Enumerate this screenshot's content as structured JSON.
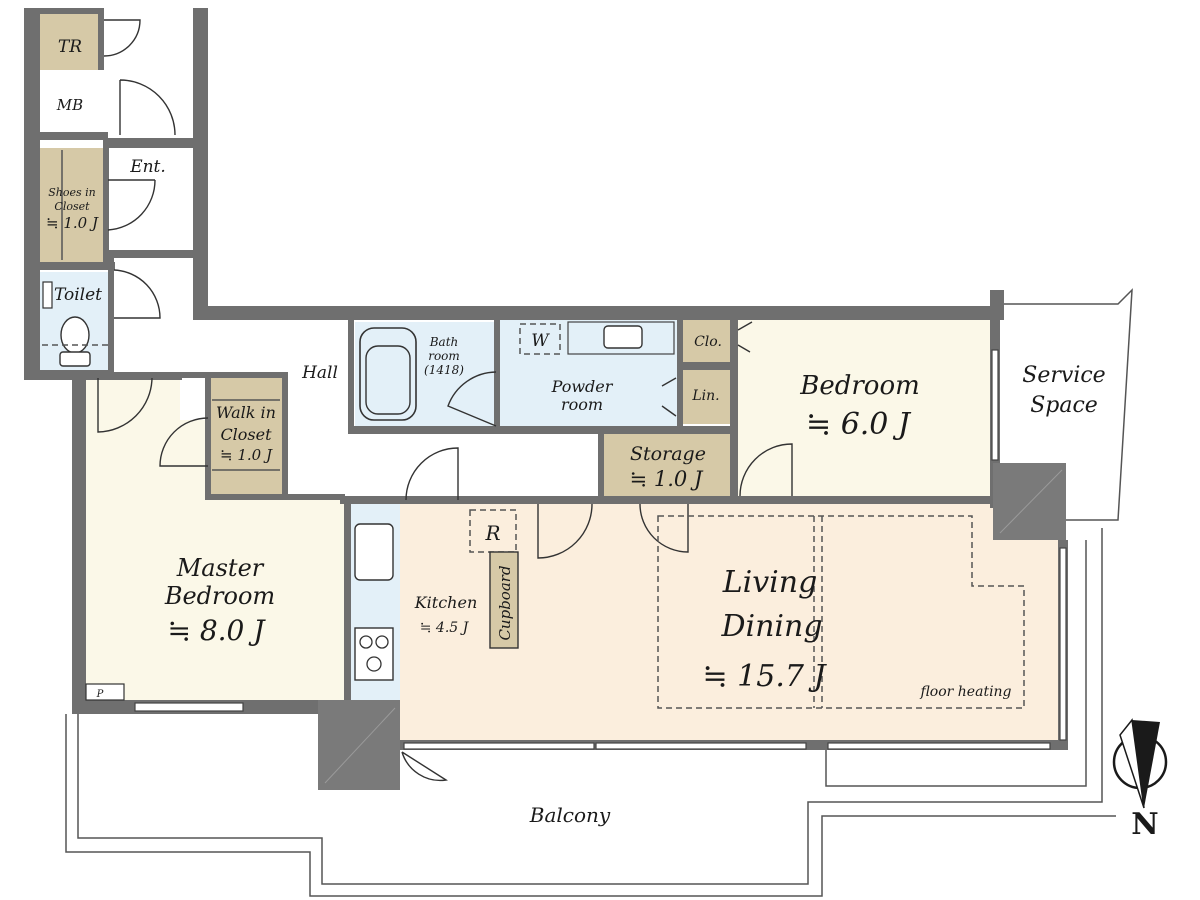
{
  "colors": {
    "wall": "#707070",
    "living": "#fbeedd",
    "bedroom": "#fbf8e8",
    "wet": "#e3f0f8",
    "closet": "#d6c9a7",
    "white": "#ffffff"
  },
  "rooms": {
    "tr": "TR",
    "mb": "MB",
    "ent": "Ent.",
    "shoes_line1": "Shoes in",
    "shoes_line2": "Closet",
    "shoes_area": "≒ 1.0 J",
    "toilet": "Toilet",
    "hall": "Hall",
    "bath_line1": "Bath",
    "bath_line2": "room",
    "bath_line3": "(1418)",
    "washer": "W",
    "powder_line1": "Powder",
    "powder_line2": "room",
    "clo": "Clo.",
    "lin": "Lin.",
    "bedroom": "Bedroom",
    "bedroom_area": "≒ 6.0 J",
    "service_line1": "Service",
    "service_line2": "Space",
    "walkin_line1": "Walk in",
    "walkin_line2": "Closet",
    "walkin_area": "≒ 1.0 J",
    "storage": "Storage",
    "storage_area": "≒ 1.0 J",
    "fridge": "R",
    "cupboard": "Cupboard",
    "kitchen": "Kitchen",
    "kitchen_area": "≒ 4.5 J",
    "master_line1": "Master",
    "master_line2": "Bedroom",
    "master_area": "≒ 8.0 J",
    "living_line1": "Living",
    "living_line2": "Dining",
    "living_area": "≒ 15.7 J",
    "floor_heating": "floor heating",
    "balcony": "Balcony",
    "pipe": "P",
    "north": "N"
  }
}
